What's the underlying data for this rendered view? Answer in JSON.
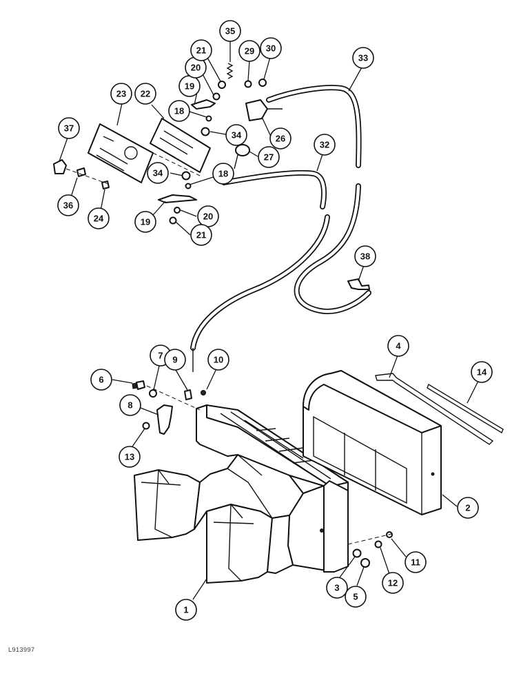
{
  "reference_code": "L913997",
  "callouts": [
    {
      "id": "1",
      "label": "1"
    },
    {
      "id": "2",
      "label": "2"
    },
    {
      "id": "3",
      "label": "3"
    },
    {
      "id": "4",
      "label": "4"
    },
    {
      "id": "5",
      "label": "5"
    },
    {
      "id": "6",
      "label": "6"
    },
    {
      "id": "7",
      "label": "7"
    },
    {
      "id": "8",
      "label": "8"
    },
    {
      "id": "9",
      "label": "9"
    },
    {
      "id": "10",
      "label": "10"
    },
    {
      "id": "11",
      "label": "11"
    },
    {
      "id": "12",
      "label": "12"
    },
    {
      "id": "13",
      "label": "13"
    },
    {
      "id": "14",
      "label": "14"
    },
    {
      "id": "18a",
      "label": "18"
    },
    {
      "id": "18b",
      "label": "18"
    },
    {
      "id": "19a",
      "label": "19"
    },
    {
      "id": "19b",
      "label": "19"
    },
    {
      "id": "20a",
      "label": "20"
    },
    {
      "id": "20b",
      "label": "20"
    },
    {
      "id": "21a",
      "label": "21"
    },
    {
      "id": "21b",
      "label": "21"
    },
    {
      "id": "22",
      "label": "22"
    },
    {
      "id": "23",
      "label": "23"
    },
    {
      "id": "24",
      "label": "24"
    },
    {
      "id": "26",
      "label": "26"
    },
    {
      "id": "27",
      "label": "27"
    },
    {
      "id": "29",
      "label": "29"
    },
    {
      "id": "30",
      "label": "30"
    },
    {
      "id": "32",
      "label": "32"
    },
    {
      "id": "33",
      "label": "33"
    },
    {
      "id": "34a",
      "label": "34"
    },
    {
      "id": "34b",
      "label": "34"
    },
    {
      "id": "35",
      "label": "35"
    },
    {
      "id": "36",
      "label": "36"
    },
    {
      "id": "37",
      "label": "37"
    },
    {
      "id": "38",
      "label": "38"
    }
  ]
}
